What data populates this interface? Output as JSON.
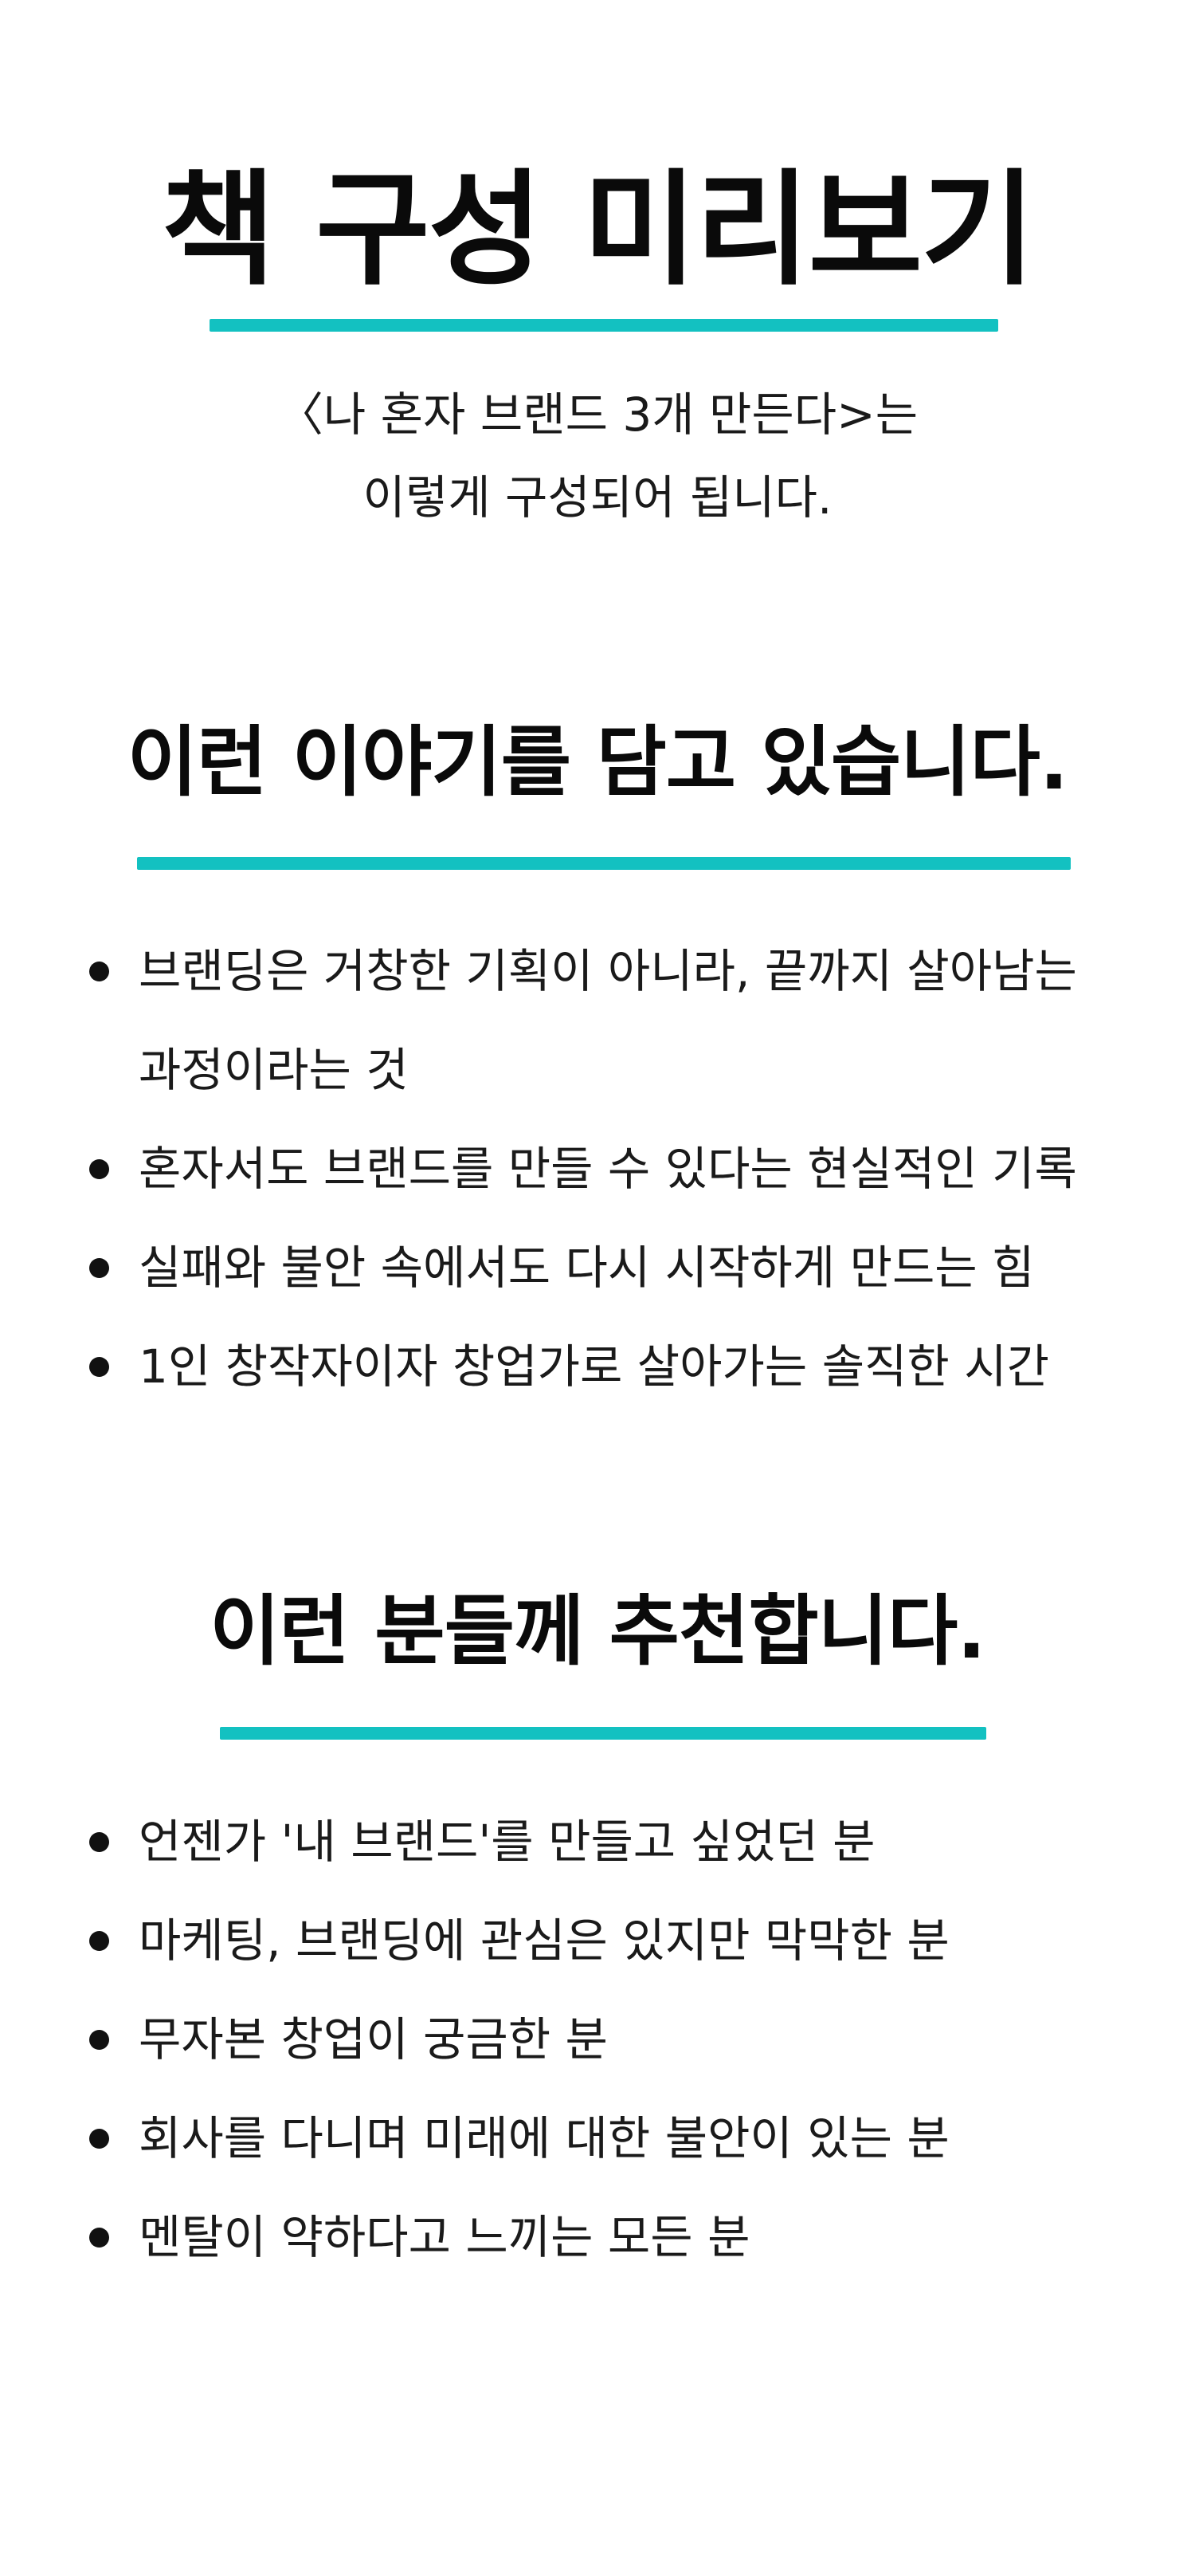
{
  "colors": {
    "accent": "#13c1c1",
    "text": "#111111",
    "background": "#ffffff"
  },
  "header": {
    "title": "책 구성 미리보기",
    "intro_line1": "〈나 혼자 브랜드 3개 만든다>는",
    "intro_line2": "이렇게 구성되어 됩니다."
  },
  "section_story": {
    "title": "이런 이야기를 담고 있습니다.",
    "items": [
      {
        "text": "브랜딩은 거창한 기획이 아니라, 끝까지 살아남는 과정이라는 것"
      },
      {
        "text": "혼자서도 브랜드를 만들 수 있다는 현실적인 기록"
      },
      {
        "text": "실패와 불안 속에서도 다시 시작하게 만드는 힘"
      },
      {
        "text": "1인 창작자이자 창업가로 살아가는 솔직한 시간"
      }
    ]
  },
  "section_recommend": {
    "title": "이런 분들께 추천합니다.",
    "items": [
      {
        "text": "언젠가 '내 브랜드'를 만들고 싶었던 분"
      },
      {
        "text": "마케팅, 브랜딩에 관심은 있지만 막막한 분"
      },
      {
        "text": "무자본 창업이 궁금한 분"
      },
      {
        "text": "회사를 다니며 미래에 대한 불안이 있는 분"
      },
      {
        "text": "멘탈이 약하다고 느끼는 모든 분"
      }
    ]
  }
}
